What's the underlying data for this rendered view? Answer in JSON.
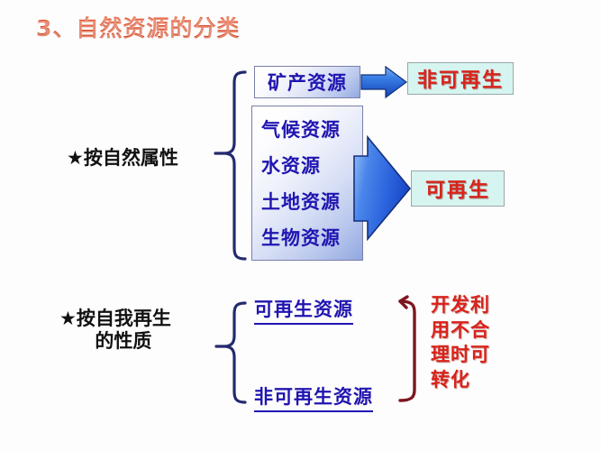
{
  "slide": {
    "title": "3、自然资源的分类",
    "background_color": "#fdfdfd",
    "title_color": "#d8401a"
  },
  "sections": {
    "natural_attribute": {
      "label": "★按自然属性",
      "boxes": {
        "mineral": "矿产资源",
        "renewable_list": [
          "气候资源",
          "水资源",
          "土地资源",
          "生物资源"
        ]
      },
      "results": {
        "nonrenewable": "非可再生",
        "renewable": "可再生"
      }
    },
    "self_regeneration": {
      "label_line1": "★按自我再生",
      "label_line2": "的性质",
      "items": [
        "可再生资源",
        "非可再生资源"
      ],
      "note_lines": [
        "开发利",
        "用不合",
        "理时可",
        "转化"
      ]
    }
  },
  "colors": {
    "title": "#d8401a",
    "box_text_blue": "#2015b0",
    "result_text_red": "#d8231b",
    "brace_navy": "#242a6e",
    "brace_darkred": "#7d1620",
    "arrow_blue": "#2b6fe0",
    "result_box_fill": "#d6f4f0"
  },
  "icons": {
    "star": "★",
    "arrow_small": "arrow-right-icon",
    "arrow_big": "block-arrow-right-icon",
    "brace_left": "curly-brace-icon",
    "bracket_right": "right-bracket-arrow-icon"
  }
}
